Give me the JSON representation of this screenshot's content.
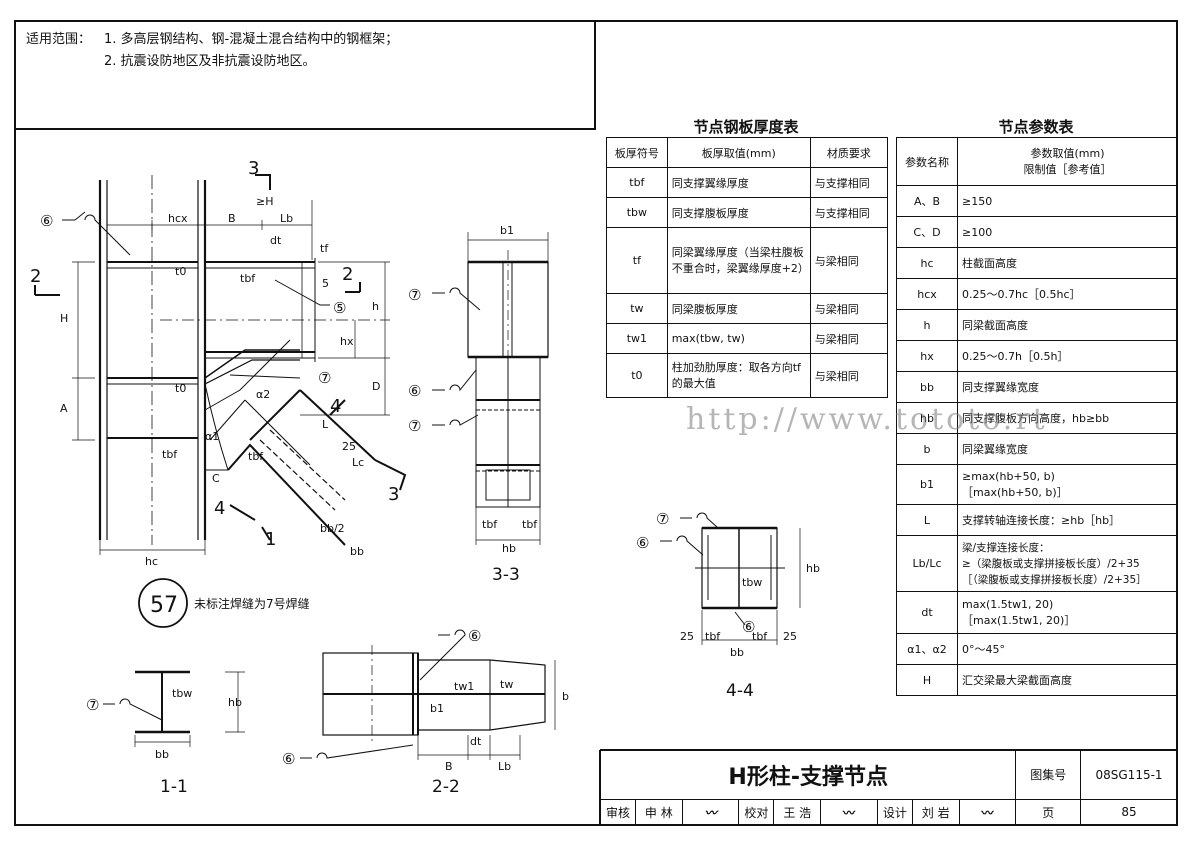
{
  "scope": {
    "label": "适用范围：",
    "items": [
      "1. 多高层钢结构、钢-混凝土混合结构中的钢框架；",
      "2. 抗震设防地区及非抗震设防地区。"
    ]
  },
  "plate_table": {
    "title": "节点钢板厚度表",
    "headers": [
      "板厚符号",
      "板厚取值(mm)",
      "材质要求"
    ],
    "rows": [
      [
        "tbf",
        "同支撑翼缘厚度",
        "与支撑相同"
      ],
      [
        "tbw",
        "同支撑腹板厚度",
        "与支撑相同"
      ],
      [
        "tf",
        "同梁翼缘厚度（当梁柱腹板不重合时，梁翼缘厚度+2）",
        "与梁相同"
      ],
      [
        "tw",
        "同梁腹板厚度",
        "与梁相同"
      ],
      [
        "tw1",
        "max(tbw, tw)",
        "与梁相同"
      ],
      [
        "t0",
        "柱加劲肋厚度：取各方向tf的最大值",
        "与梁相同"
      ]
    ]
  },
  "param_table": {
    "title": "节点参数表",
    "headers": [
      "参数名称",
      "参数取值(mm)",
      "限制值［参考值］"
    ],
    "rows": [
      [
        "A、B",
        "≥150"
      ],
      [
        "C、D",
        "≥100"
      ],
      [
        "hc",
        "柱截面高度"
      ],
      [
        "hcx",
        "0.25～0.7hc［0.5hc］"
      ],
      [
        "h",
        "同梁截面高度"
      ],
      [
        "hx",
        "0.25～0.7h［0.5h］"
      ],
      [
        "bb",
        "同支撑翼缘宽度"
      ],
      [
        "hb",
        "同支撑腹板方向高度，hb≥bb"
      ],
      [
        "b",
        "同梁翼缘宽度"
      ],
      [
        "b1",
        "≥max(hb+50, b)",
        "［max(hb+50, b)］"
      ],
      [
        "L",
        "支撑转轴连接长度：≥hb［hb］"
      ],
      [
        "Lb/Lc",
        "梁/支撑连接长度：",
        "≥（梁腹板或支撑拼接板长度）/2+35",
        "［（梁腹板或支撑拼接板长度）/2+35］"
      ],
      [
        "dt",
        "max(1.5tw1, 20)",
        "［max(1.5tw1, 20)］"
      ],
      [
        "α1、α2",
        "0°～45°"
      ],
      [
        "H",
        "汇交梁最大梁截面高度"
      ]
    ]
  },
  "watermark": "http://www.tototo.rt",
  "note_number": "57",
  "note_text": "未标注焊缝为7号焊缝",
  "section_labels": [
    "1-1",
    "2-2",
    "3-3",
    "4-4"
  ],
  "main_view_labels": {
    "hcx": "hcx",
    "B": "B",
    "Lb": "Lb",
    "dt": "dt",
    "H": "H",
    "h": "h",
    "hx": "hx",
    "tf": "tf",
    "t0": "t0",
    "tbf": "tbf",
    "A": "A",
    "D": "D",
    "C": "C",
    "a1": "α1",
    "a2": "α2",
    "L": "L",
    "Lc": "Lc",
    "bb2": "bb/2",
    "bb": "bb",
    "hc": "hc",
    "num5": "5",
    "num25": "25",
    "ge_H": "≥H",
    "cut2": "2",
    "cut3": "3",
    "cut4": "4",
    "cut1": "1"
  },
  "weld_marks": [
    "⑥",
    "⑤",
    "⑦"
  ],
  "title_block": {
    "title": "H形柱-支撑节点",
    "atlas_label": "图集号",
    "atlas_no": "08SG115-1",
    "review_label": "审核",
    "reviewer": "申 林",
    "check_label": "校对",
    "checker": "王 浩",
    "design_label": "设计",
    "designer": "刘 岩",
    "page_label": "页",
    "page_no": "85"
  }
}
